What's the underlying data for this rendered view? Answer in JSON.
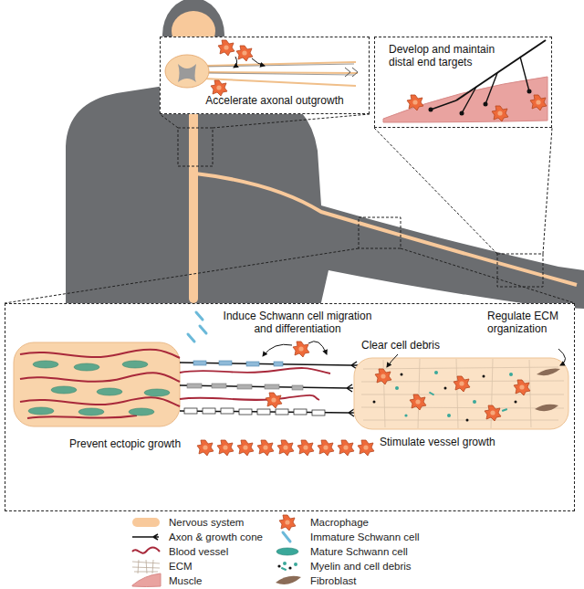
{
  "diagram": {
    "nodes": [
      {
        "text": [
          "Accelerate axonal outgrowth"
        ]
      },
      {
        "text": [
          "Develop and maintain distal end targets"
        ]
      },
      {
        "text": [
          "Induce Schwann cell migration and differentiation",
          "Clear cell debris",
          "Regulate ECM organization",
          "Prevent ectopic growth",
          "Stimulate vessel growth"
        ]
      }
    ],
    "legend": [
      {
        "text": "Nervous system",
        "color": "#f8c99b"
      },
      {
        "text": "Axon & growth cone"
      },
      {
        "text": "Blood vessel"
      },
      {
        "text": "ECM"
      },
      {
        "text": "Muscle"
      },
      {
        "text": "Macrophage"
      },
      {
        "text": "Immature Schwann cell"
      },
      {
        "text": "Mature Schwann cell"
      },
      {
        "text": "Myelin and cell debris"
      },
      {
        "text": "Fibroblast"
      }
    ]
  }
}
